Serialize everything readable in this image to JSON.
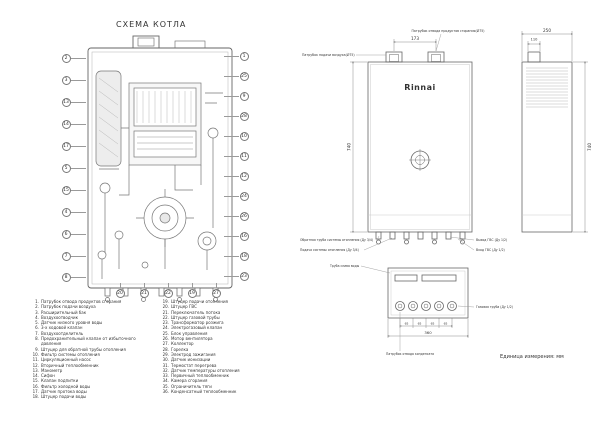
{
  "title": "СХЕМА КОТЛА",
  "brand": "Rinnai",
  "unit_note": "Единица измерения: мм",
  "legend": {
    "left": [
      {
        "num": "1.",
        "text": "Патрубок отвода продуктов сгорания"
      },
      {
        "num": "2.",
        "text": "Патрубок подачи воздуха"
      },
      {
        "num": "3.",
        "text": "Расширительный бак"
      },
      {
        "num": "4.",
        "text": "Воздухоотводчик"
      },
      {
        "num": "5.",
        "text": "Датчик низкого уровня воды"
      },
      {
        "num": "6.",
        "text": "3-х ходовой клапан"
      },
      {
        "num": "7.",
        "text": "Воздухоотделитель"
      },
      {
        "num": "8.",
        "text": "Предохранительный клапан от избыточного давления"
      },
      {
        "num": "9.",
        "text": "Штуцер для обратной трубы отопления"
      },
      {
        "num": "10.",
        "text": "Фильтр системы отопления"
      },
      {
        "num": "11.",
        "text": "Циркуляционный насос"
      },
      {
        "num": "12.",
        "text": "Вторичный теплообменник"
      },
      {
        "num": "13.",
        "text": "Манометр"
      },
      {
        "num": "14.",
        "text": "Сифон"
      },
      {
        "num": "15.",
        "text": "Клапан подпитки"
      },
      {
        "num": "16.",
        "text": "Фильтр холодной воды"
      },
      {
        "num": "17.",
        "text": "Датчик протока воды"
      },
      {
        "num": "18.",
        "text": "Штуцер подачи воды"
      }
    ],
    "right": [
      {
        "num": "19.",
        "text": "Штуцер подачи отопления"
      },
      {
        "num": "20.",
        "text": "Штуцер ГВС"
      },
      {
        "num": "21.",
        "text": "Переключатель потока"
      },
      {
        "num": "22.",
        "text": "Штуцер газовой трубы"
      },
      {
        "num": "23.",
        "text": "Трансформатор розжига"
      },
      {
        "num": "24.",
        "text": "Электрогазовый клапан"
      },
      {
        "num": "25.",
        "text": "Блок управления"
      },
      {
        "num": "26.",
        "text": "Мотор вентилятора"
      },
      {
        "num": "27.",
        "text": "Коллектор"
      },
      {
        "num": "28.",
        "text": "Горелка"
      },
      {
        "num": "29.",
        "text": "Электрод зажигания"
      },
      {
        "num": "30.",
        "text": "Датчик ионизации"
      },
      {
        "num": "31.",
        "text": "Термостат перегрева"
      },
      {
        "num": "32.",
        "text": "Датчик температуры отопления"
      },
      {
        "num": "33.",
        "text": "Первичный теплообменник"
      },
      {
        "num": "34.",
        "text": "Камера сгорания"
      },
      {
        "num": "35.",
        "text": "Ограничитель тяги"
      },
      {
        "num": "36.",
        "text": "Конденсатный теплообменник"
      }
    ]
  },
  "callouts": {
    "left": [
      "2",
      "3",
      "13",
      "14",
      "17",
      "5",
      "15",
      "4",
      "6",
      "7",
      "8"
    ],
    "right": [
      "1",
      "25",
      "9",
      "28",
      "10",
      "11",
      "12",
      "24",
      "26",
      "16",
      "18",
      "23"
    ],
    "bottom": [
      "20",
      "21",
      "22",
      "19",
      "27"
    ]
  },
  "dims": {
    "front_top": "173",
    "side_full": "250",
    "side_collar": "110",
    "front_height": "740",
    "side_height": "740",
    "bottom_seg": "65",
    "bottom_total": "360"
  },
  "labels": {
    "air_inlet": "Патрубок подачи воздуха(Ø75)",
    "flue_outlet": "Патрубок отвода продуктов сгорания(Ø75)",
    "ch_return": "Обратная труба системы отопления (Ду 3/4)",
    "ch_supply": "Подача системы отопления (Ду 3/4)",
    "dhw_out": "Выход ГВС (Ду 1/2)",
    "dhw_in": "Вход ГВС (Ду 1/2)",
    "drain": "Труба слива воды",
    "gas": "Газовая труба (Ду 1/2)",
    "condensate": "Патрубок отвода конденсата"
  }
}
